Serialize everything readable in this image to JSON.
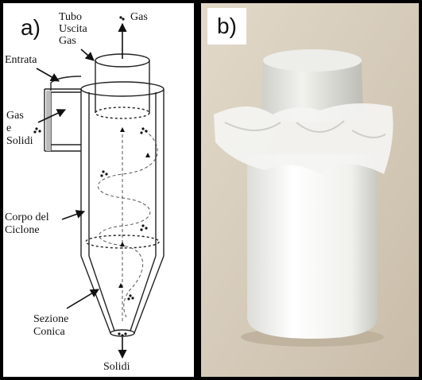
{
  "panel_a": {
    "tag": "a)",
    "labels": {
      "tubo_line1": "Tubo",
      "tubo_line2": "Uscita",
      "tubo_line3": "Gas",
      "gas_out": "Gas",
      "entrata": "Entrata",
      "gas_e_solidi_line1": "Gas",
      "gas_e_solidi_line2": "e",
      "gas_e_solidi_line3": "Solidi",
      "corpo_line1": "Corpo del",
      "corpo_line2": "Ciclone",
      "sezione_line1": "Sezione",
      "sezione_line2": "Conica",
      "solidi_out": "Solidi"
    }
  },
  "panel_b": {
    "tag": "b)"
  },
  "colors": {
    "frame": "#000000",
    "panel_bg": "#ffffff",
    "photo_bg": "#d9cfbf",
    "line": "#222222"
  }
}
